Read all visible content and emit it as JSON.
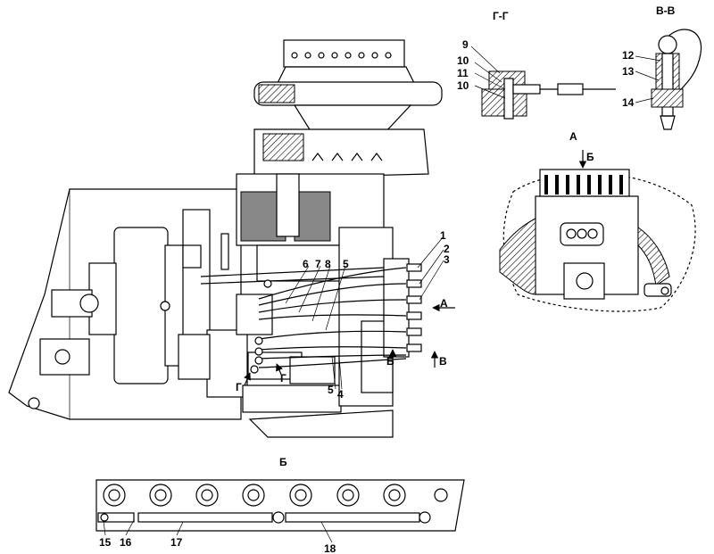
{
  "section_labels": {
    "gg": "Г-Г",
    "vv": "В-В",
    "view_a": "А",
    "view_b": "Б",
    "arrow_a": "А",
    "arrow_b_top": "Б",
    "arrow_b_main": "Б",
    "arrow_v": "В",
    "arrow_g1": "Г",
    "arrow_g2": "Г"
  },
  "callouts": {
    "c1": "1",
    "c2": "2",
    "c3": "3",
    "c4": "4",
    "c5a": "5",
    "c5b": "5",
    "c6": "6",
    "c7": "7",
    "c8": "8",
    "c9": "9",
    "c10a": "10",
    "c10b": "10",
    "c11": "11",
    "c12": "12",
    "c13": "13",
    "c14": "14",
    "c15": "15",
    "c16": "16",
    "c17": "17",
    "c18": "18"
  }
}
